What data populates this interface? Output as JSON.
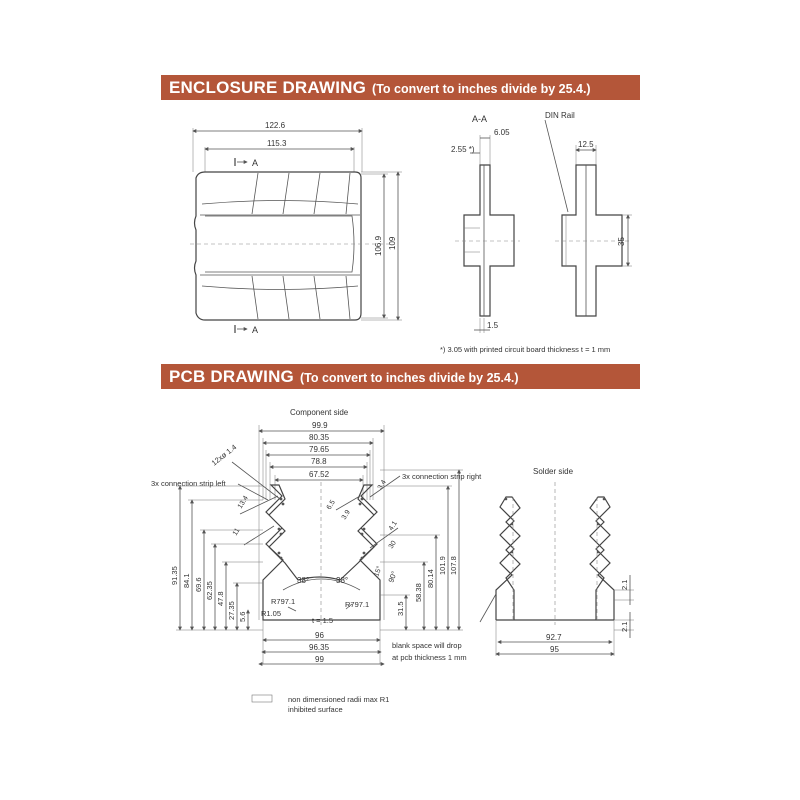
{
  "enclosure": {
    "title": "ENCLOSURE DRAWING",
    "subtitle": "(To convert to inches divide by 25.4.)",
    "front": {
      "dim_width_outer": "122.6",
      "dim_width_inner": "115.3",
      "dim_height_inner": "106.9",
      "dim_height_outer": "109",
      "section_marker_top": "A",
      "section_marker_bottom": "A"
    },
    "section": {
      "label": "A-A",
      "dim_top": "6.05",
      "dim_left": "2.55 *)",
      "dim_bottom": "1.5",
      "din_rail_label": "DIN Rail",
      "dim_rail_width": "12.5",
      "dim_rail_height": "35"
    },
    "footnote": "*) 3.05 with printed circuit board thickness t = 1 mm"
  },
  "pcb": {
    "title": "PCB DRAWING",
    "subtitle": "(To convert to inches divide by 25.4.)",
    "component_side": {
      "label": "Component side",
      "width_dims": [
        "99.9",
        "80.35",
        "79.65",
        "78.8",
        "67.52"
      ],
      "bottom_dims": [
        "96",
        "96.35",
        "99"
      ],
      "holes_label": "12xø 1.4",
      "strip_left": "3x connection strip left",
      "strip_right": "3x connection strip right",
      "left_height_dims": [
        "91.35",
        "84.1",
        "69.6",
        "62.35",
        "47.8",
        "27.35",
        "5.6"
      ],
      "right_height_dims": [
        "107.8",
        "101.9",
        "80.14",
        "58.38",
        "31.5"
      ],
      "pitch_left_a": "13.4",
      "pitch_left_b": "11",
      "pitch_right_a": "6.5",
      "pitch_right_b": "3.9",
      "pitch_right_c": "4.1",
      "pitch_right_d": "3.4",
      "pitch_right_e": "30",
      "angle_left": "38°",
      "angle_right": "38°",
      "angle_right_90": "90°",
      "small_angle": "15°",
      "radius_left": "R797.1",
      "radius_right": "R797.1",
      "corner_radius": "R1.05",
      "thickness": "t = 1.5"
    },
    "solder_side": {
      "label": "Solder side",
      "dim_92": "92.7",
      "dim_95": "95",
      "dim_side_a": "2.1",
      "dim_side_b": "2.1",
      "note_line1": "blank space will drop",
      "note_line2": "at pcb thickness 1 mm"
    },
    "legend_line1": "non dimensioned radii max R1",
    "legend_line2": "inhibited surface"
  },
  "colors": {
    "banner": "#b45639",
    "line": "#555555",
    "text": "#333333"
  }
}
